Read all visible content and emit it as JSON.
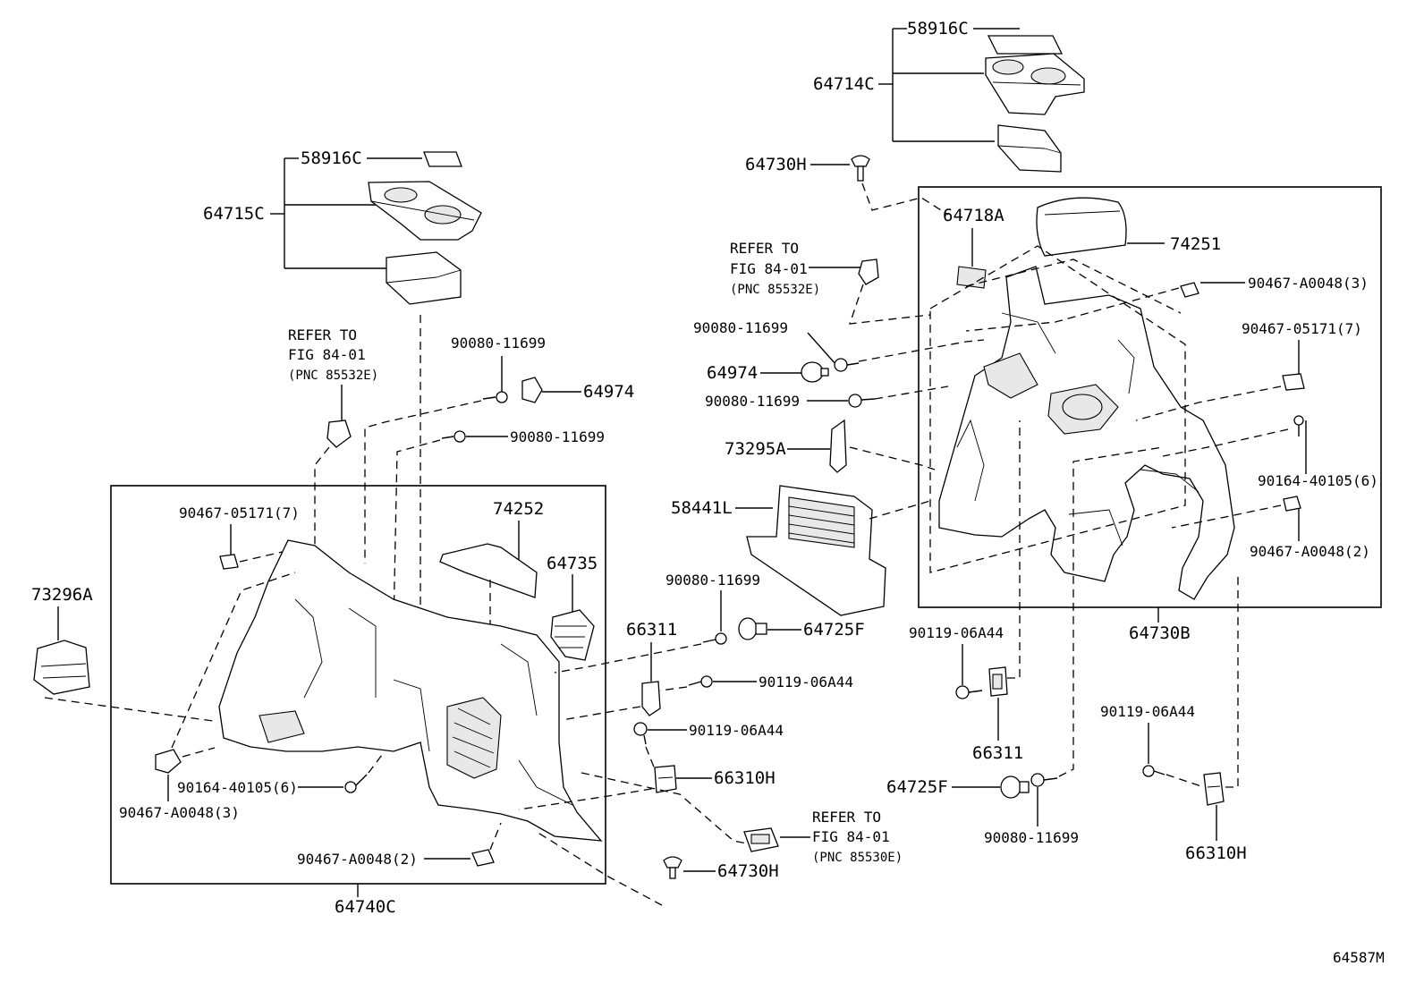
{
  "diagram_id": "64587M",
  "labels": {
    "p58916C_top": "58916C",
    "p64714C": "64714C",
    "p64730H_top": "64730H",
    "p64718A": "64718A",
    "p74251": "74251",
    "ref_top": [
      "REFER TO",
      "FIG 84-01",
      "(PNC 85532E)"
    ],
    "p90467A0048_3_right": "90467-A0048(3)",
    "p90467_05171_7_right": "90467-05171(7)",
    "p90080_11699_a": "90080-11699",
    "p64974_mid": "64974",
    "p90080_11699_b": "90080-11699",
    "p73295A": "73295A",
    "p90164_40105_6_right": "90164-40105(6)",
    "p58441L": "58441L",
    "p90467A0048_2_right": "90467-A0048(2)",
    "p64730B": "64730B",
    "p58916C_left": "58916C",
    "p64715C": "64715C",
    "ref_left": [
      "REFER TO",
      "FIG 84-01",
      "(PNC 85532E)"
    ],
    "p90080_11699_c": "90080-11699",
    "p64974_left": "64974",
    "p90080_11699_d": "90080-11699",
    "p90467_05171_7_left": "90467-05171(7)",
    "p74252": "74252",
    "p64735": "64735",
    "p73296A": "73296A",
    "p90080_11699_e": "90080-11699",
    "p66311_mid": "66311",
    "p64725F_mid": "64725F",
    "p90119_06A44_a": "90119-06A44",
    "p90119_06A44_b": "90119-06A44",
    "p66310H_mid": "66310H",
    "p90164_40105_6_left": "90164-40105(6)",
    "p90467A0048_3_left": "90467-A0048(3)",
    "p90467A0048_2_left": "90467-A0048(2)",
    "p64740C": "64740C",
    "ref_bottom": [
      "REFER TO",
      "FIG 84-01",
      "(PNC 85530E)"
    ],
    "p64730H_bottom": "64730H",
    "p90119_06A44_c": "90119-06A44",
    "p66311_right": "66311",
    "p64725F_right": "64725F",
    "p90080_11699_f": "90080-11699",
    "p90119_06A44_d": "90119-06A44",
    "p66310H_right": "66310H"
  }
}
